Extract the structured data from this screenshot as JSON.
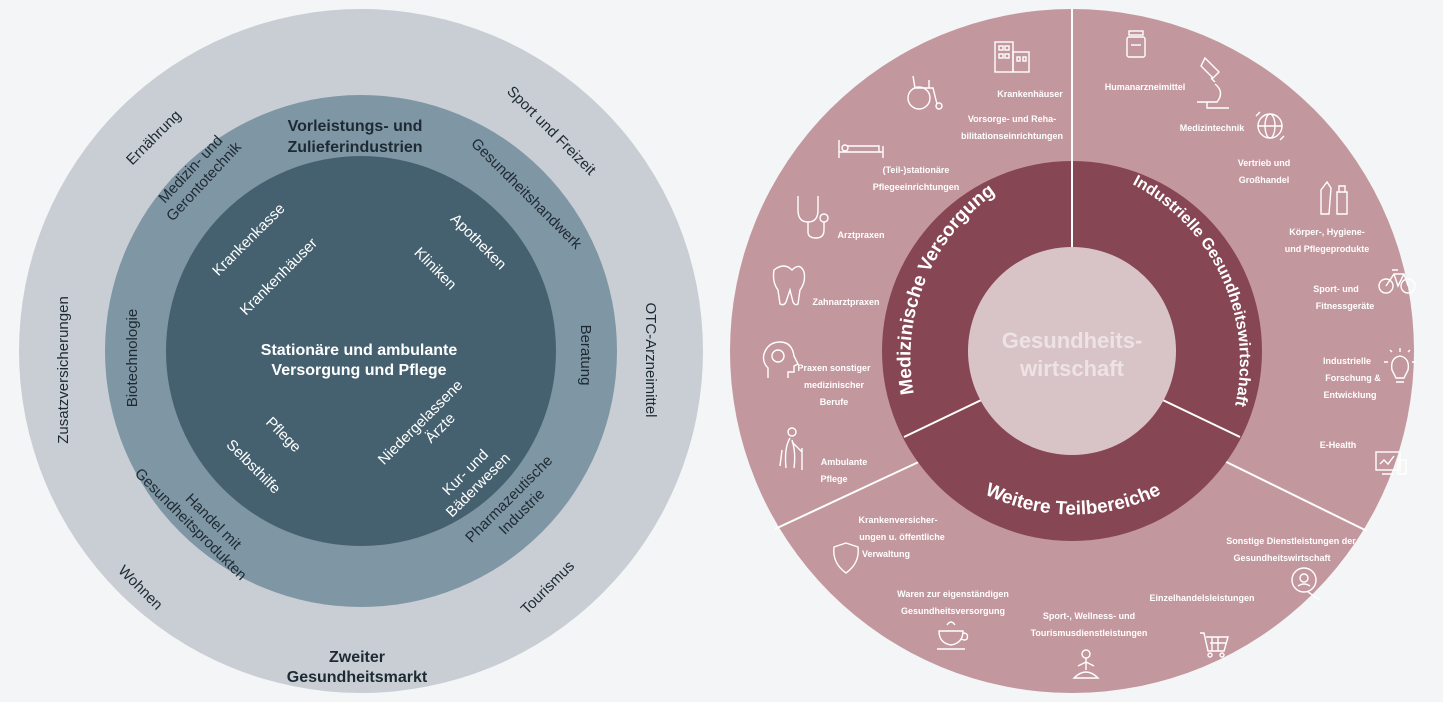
{
  "left": {
    "outer_ring": {
      "items": [
        {
          "text": "Ernährung"
        },
        {
          "text": "Sport und Freizeit"
        },
        {
          "text": "Zusatzversicherungen"
        },
        {
          "text": "OTC-Arzneimittel"
        },
        {
          "text": "Wohnen"
        },
        {
          "text": "Tourismus"
        }
      ],
      "title": [
        "Zweiter",
        "Gesundheitsmarkt"
      ],
      "color": "#c8ced4"
    },
    "middle_ring": {
      "title": [
        "Vorleistungs- und",
        "Zulieferindustrien"
      ],
      "items": [
        {
          "text": "Medizin- und",
          "text2": "Gerontotechnik"
        },
        {
          "text": "Gesundheitshandwerk"
        },
        {
          "text": "Biotechnologie"
        },
        {
          "text": "Beratung"
        },
        {
          "text": "Handel mit",
          "text2": "Gesundheitsprodukten"
        },
        {
          "text": "Pharmazeutische",
          "text2": "Industrie"
        }
      ],
      "color": "#7f96a4"
    },
    "inner_ring": {
      "title": [
        "Stationäre und ambulante",
        "Versorgung und Pflege"
      ],
      "items": [
        {
          "text": "Krankenkasse"
        },
        {
          "text": "Krankenhäuser"
        },
        {
          "text": "Apotheken"
        },
        {
          "text": "Kliniken"
        },
        {
          "text": "Pflege"
        },
        {
          "text": "Selbsthilfe"
        },
        {
          "text": "Niedergelassene",
          "text2": "Ärzte"
        },
        {
          "text": "Kur- und",
          "text2": "Bäderwesen"
        }
      ],
      "color": "#456170"
    }
  },
  "right": {
    "center": {
      "lines": [
        "Gesundheits-",
        "wirtschaft"
      ],
      "color": "#d8c4c7",
      "text_color": "#ede2e4"
    },
    "ring": {
      "color": "#864653",
      "segments": [
        {
          "label": "Medizinische Versorgung"
        },
        {
          "label": "Industrielle Gesundheitswirtschaft"
        },
        {
          "label": "Weitere Teilbereiche"
        }
      ]
    },
    "outer": {
      "color": "#c3979e",
      "items": [
        {
          "lines": [
            "Krankenhäuser"
          ],
          "icon": "hospital-icon"
        },
        {
          "lines": [
            "Vorsorge- und Reha-",
            "bilitationseinrichtungen"
          ],
          "icon": "wheelchair-icon"
        },
        {
          "lines": [
            "(Teil-)stationäre",
            "Pflegeeinrichtungen"
          ],
          "icon": "bed-icon"
        },
        {
          "lines": [
            "Arztpraxen"
          ],
          "icon": "stethoscope-icon"
        },
        {
          "lines": [
            "Zahnarztpraxen"
          ],
          "icon": "tooth-icon"
        },
        {
          "lines": [
            "Praxen sonstiger",
            "medizinischer",
            "Berufe"
          ],
          "icon": "head-icon"
        },
        {
          "lines": [
            "Ambulante",
            "Pflege"
          ],
          "icon": "elderly-icon"
        },
        {
          "lines": [
            "Humanarzneimittel"
          ],
          "icon": "medicine-bottle-icon"
        },
        {
          "lines": [
            "Medizintechnik"
          ],
          "icon": "microscope-icon"
        },
        {
          "lines": [
            "Vertrieb und",
            "Großhandel"
          ],
          "icon": "globe-icon"
        },
        {
          "lines": [
            "Körper-, Hygiene-",
            "und Pflegeprodukte"
          ],
          "icon": "cosmetics-icon"
        },
        {
          "lines": [
            "Sport- und",
            "Fitnessgeräte"
          ],
          "icon": "bicycle-icon"
        },
        {
          "lines": [
            "Industrielle",
            "Forschung &",
            "Entwicklung"
          ],
          "icon": "lightbulb-icon"
        },
        {
          "lines": [
            "E-Health"
          ],
          "icon": "devices-icon"
        },
        {
          "lines": [
            "Krankenversicher-",
            "ungen u. öffentliche",
            "Verwaltung"
          ],
          "icon": "shield-icon"
        },
        {
          "lines": [
            "Sonstige Dienstleistungen der",
            "Gesundheitswirtschaft"
          ],
          "icon": "service-icon"
        },
        {
          "lines": [
            "Waren zur eigenständigen",
            "Gesundheitsversorgung"
          ],
          "icon": "tea-icon"
        },
        {
          "lines": [
            "Einzelhandelsleistungen"
          ],
          "icon": "cart-icon"
        },
        {
          "lines": [
            "Sport-, Wellness- und",
            "Tourismusdienstleistungen"
          ],
          "icon": "meditation-icon"
        }
      ]
    }
  }
}
